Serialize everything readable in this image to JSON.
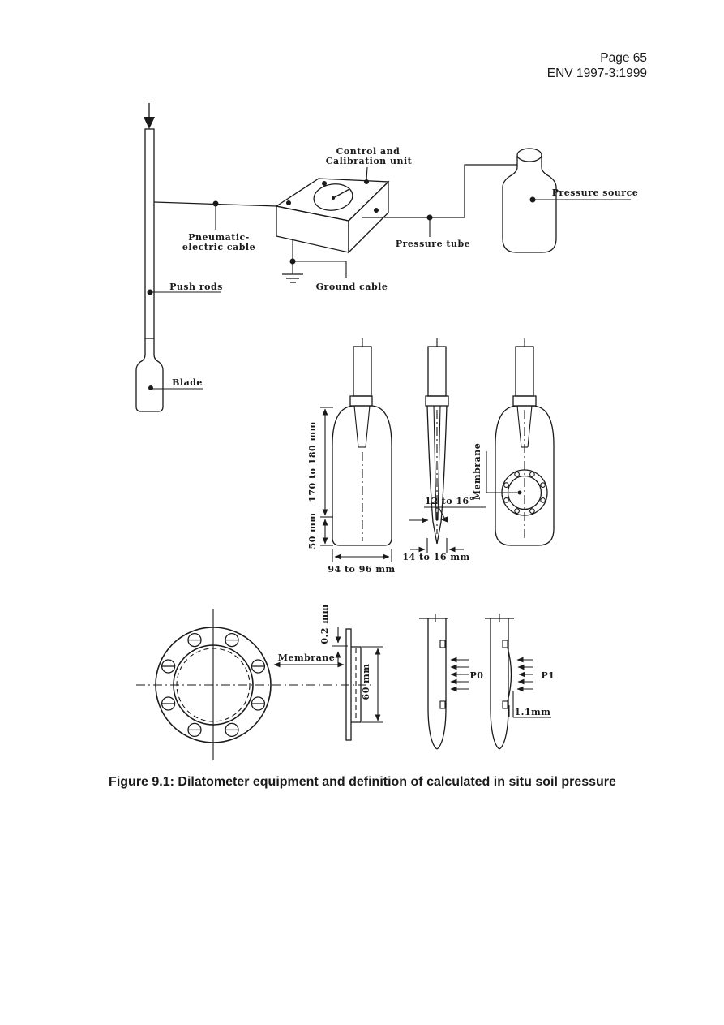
{
  "colors": {
    "ink": "#1a1a1a",
    "paper": "#ffffff"
  },
  "header": {
    "page": "Page 65",
    "standard": "ENV 1997-3:1999"
  },
  "equipment": {
    "control_unit_1": "Control and",
    "control_unit_2": "Calibration unit",
    "pressure_source": "Pressure source",
    "pressure_tube": "Pressure tube",
    "pneumatic_1": "Pneumatic-",
    "pneumatic_2": "electric cable",
    "push_rods": "Push rods",
    "ground_cable": "Ground cable",
    "blade": "Blade"
  },
  "blade_views": {
    "membrane": "Membrane",
    "height_range": "170 to 180 mm",
    "lower_section": "50 mm",
    "width_range": "94 to 96 mm",
    "edge_angle": "12 to 16°",
    "thickness_range": "14 to 16 mm"
  },
  "membrane_detail": {
    "membrane": "Membrane",
    "thickness": "0.2 mm",
    "height": "60 mm"
  },
  "pressure_profiles": {
    "p0": "P0",
    "p1": "P1",
    "deflection": "1.1mm"
  },
  "caption": "Figure 9.1: Dilatometer equipment and definition of calculated in situ soil pressure"
}
